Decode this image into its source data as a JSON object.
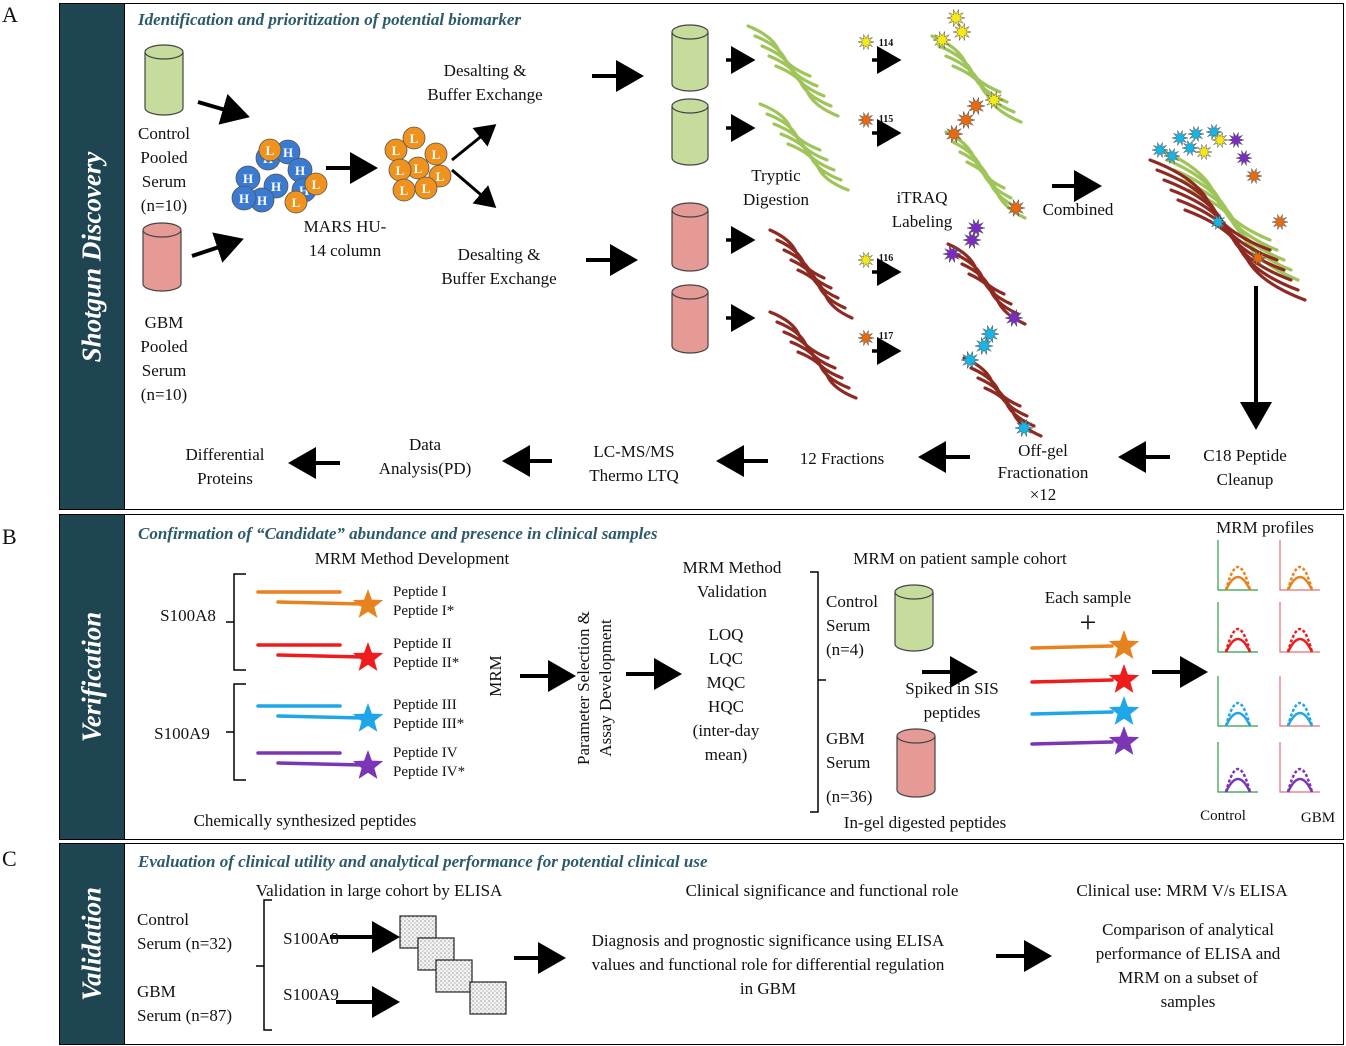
{
  "panels": {
    "a": {
      "letter": "A",
      "side": "Shotgun Discovery",
      "title": "Identification and prioritization of potential biomarker"
    },
    "b": {
      "letter": "B",
      "side": "Verification",
      "title": "Confirmation of “Candidate” abundance and presence in clinical samples"
    },
    "c": {
      "letter": "C",
      "side": "Validation",
      "title": "Evaluation of clinical utility and analytical performance for potential clinical use"
    }
  },
  "a": {
    "control": "Control\nPooled\nSerum\n(n=10)",
    "gbm": "GBM\nPooled\nSerum\n(n=10)",
    "mars": "MARS HU-\n14  column",
    "desalt1": "Desalting &\nBuffer Exchange",
    "desalt2": "Desalting &\nBuffer Exchange",
    "tryptic": "Tryptic\nDigestion",
    "itraq": "iTRAQ\nLabeling",
    "combined": "Combined",
    "tag114": "114",
    "tag115": "115",
    "tag116": "116",
    "tag117": "117",
    "c18": "C18  Peptide\nCleanup",
    "offgel": "Off-gel\nFractionation\n×12",
    "fractions": "12  Fractions",
    "lcms": "LC-MS/MS\nThermo LTQ",
    "data_analysis": "Data\nAnalysis(PD)",
    "differential": "Differential\nProteins",
    "bead_h": "H",
    "bead_l": "L"
  },
  "b": {
    "mrm_dev": "MRM  Method  Development",
    "s100a8": "S100A8",
    "s100a9": "S100A9",
    "pep1": "Peptide I",
    "pep1s": "Peptide I*",
    "pep2": "Peptide II",
    "pep2s": "Peptide II*",
    "pep3": "Peptide III",
    "pep3s": "Peptide III*",
    "pep4": "Peptide IV",
    "pep4s": "Peptide IV*",
    "mrm": "MRM",
    "param": "Parameter Selection &\nAssay Development",
    "mrm_val": "MRM  Method\nValidation",
    "metrics": "LOQ\nLQC\nMQC\nHQC\n(inter-day\nmean)",
    "chem": "Chemically   synthesized peptides",
    "cohort": "MRM  on  patient sample cohort",
    "control": "Control\nSerum\n(n=4)",
    "gbm": "GBM\nSerum",
    "gbm_n": "(n=36)",
    "spiked": "Spiked in SIS\npeptides",
    "each": "Each sample",
    "plus": "+",
    "ingel": "In-gel digested peptides",
    "profiles": "MRM profiles",
    "control_lbl": "Control",
    "gbm_lbl": "GBM"
  },
  "c": {
    "validation": "Validation  in large cohort by ELISA",
    "control": "Control\nSerum  (n=32)",
    "gbm": "GBM\nSerum  (n=87)",
    "s100a8": "S100A8",
    "s100a9": "S100A9",
    "clinical_sig": "Clinical  significance  and functional role",
    "diagnosis": "Diagnosis and prognostic significance using ELISA\nvalues and functional role for differential  regulation\nin GBM",
    "clinical_use": "Clinical  use: MRM V/s ELISA",
    "comparison": "Comparison  of analytical\nperformance  of ELISA  and\nMRM on a subset of\nsamples"
  },
  "colors": {
    "side_bar": "#1f4452",
    "title": "#2c5a6a",
    "green_cyl": "#c6dc9c",
    "red_cyl": "#e59a96",
    "green_pep": "#9fc45a",
    "red_pep": "#8e2a22",
    "orange": "#e8821e",
    "red": "#ee1c1c",
    "blue": "#1ea6e8",
    "purple": "#7a36b4",
    "bead_blue": "#3a7ad0",
    "bead_orange": "#f0921e",
    "tag_yellow": "#f4e81c",
    "tag_orange": "#e86a10",
    "tag_purple": "#7a2cc0",
    "tag_cyan": "#18b4e4"
  }
}
